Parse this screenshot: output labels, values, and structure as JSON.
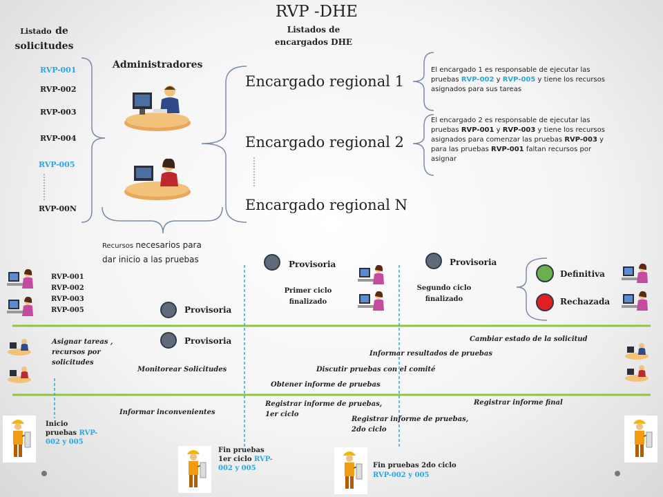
{
  "title": "RVP -DHE",
  "left_header": {
    "prefix": "Listado",
    "suffix": "de",
    "line2": "solicitudes"
  },
  "center_header": {
    "line1": "Listados de",
    "line2": "encargados DHE"
  },
  "administradores_label": "Administradores",
  "rvp_list": [
    "RVP-001",
    "RVP-002",
    "RVP-003",
    "RVP-004",
    "RVP-005",
    "RVP-00N"
  ],
  "encargados": [
    "Encargado regional 1",
    "Encargado regional 2",
    "Encargado regional N"
  ],
  "note1": {
    "l1": "El encargado 1 es responsable de ejecutar  las",
    "l2a": "pruebas  ",
    "l2b": "RVP-002",
    "l2c": " y ",
    "l2d": "RVP-005",
    "l2e": " y tiene los recursos",
    "l3": "asignados para sus tareas"
  },
  "note2": {
    "l1": "El encargado 2 es responsable de ejecutar  las",
    "l2a": "pruebas  ",
    "l2b": "RVP-001",
    "l2c": " y ",
    "l2d": "RVP-003",
    "l2e": " y tiene los recursos",
    "l3a": "asignados para comenzar las pruebas  ",
    "l3b": "RVP-003",
    "l3c": " y",
    "l4a": "para las pruebas ",
    "l4b": "RVP-001",
    "l4c": "  faltan recursos por",
    "l5": "asignar"
  },
  "recursos_note": {
    "a": "Recursos ",
    "b": "necesarios para",
    "line2": "dar inicio a las pruebas"
  },
  "lower_rvp_list": [
    "RVP-001",
    "RVP-002",
    "RVP-003",
    "RVP-005"
  ],
  "states": {
    "provisoria": "Provisoria",
    "definitiva": "Definitiva",
    "rechazada": "Rechazada",
    "primer_ciclo": [
      "Primer ciclo",
      "finalizado"
    ],
    "segundo_ciclo": [
      "Segundo ciclo",
      "finalizado"
    ]
  },
  "timeline_labels": {
    "asignar": [
      "Asignar tareas ,",
      "recursos  por",
      "solicitudes"
    ],
    "monitorear": "Monitorear   Solicitudes",
    "informar_inconv": "Informar   inconvenientes",
    "cambiar_estado": "Cambiar  estado  de la solicitud",
    "informar_result": "Informar  resultados  de pruebas",
    "discutir": "Discutir pruebas  con el comité",
    "obtener": "Obtener informe  de pruebas",
    "registrar1": [
      "Registrar  informe  de pruebas,",
      "1er ciclo"
    ],
    "registrar2": [
      "Registrar  informe  de pruebas,",
      "2do ciclo"
    ],
    "registrar_final": "Registrar  informe  final"
  },
  "workers": {
    "inicio": {
      "a": "Inicio",
      "b": "pruebas ",
      "c": "RVP-",
      "d": "002 y 005"
    },
    "fin1": {
      "a": "Fin pruebas",
      "b": "1er ciclo ",
      "c": "RVP-",
      "d": "002 y 005"
    },
    "fin2": {
      "a": "Fin pruebas 2do ciclo",
      "b": "RVP-002 y 005"
    }
  },
  "colors": {
    "accent_blue": "#29a7e0",
    "bracket": "#7a8aa6",
    "timeline_green": "#8cc63f",
    "dashed_blue": "#29a7e0",
    "green_state": "#6ab04c",
    "red_state": "#e02020",
    "circle_gray": "#5f6b7a"
  }
}
